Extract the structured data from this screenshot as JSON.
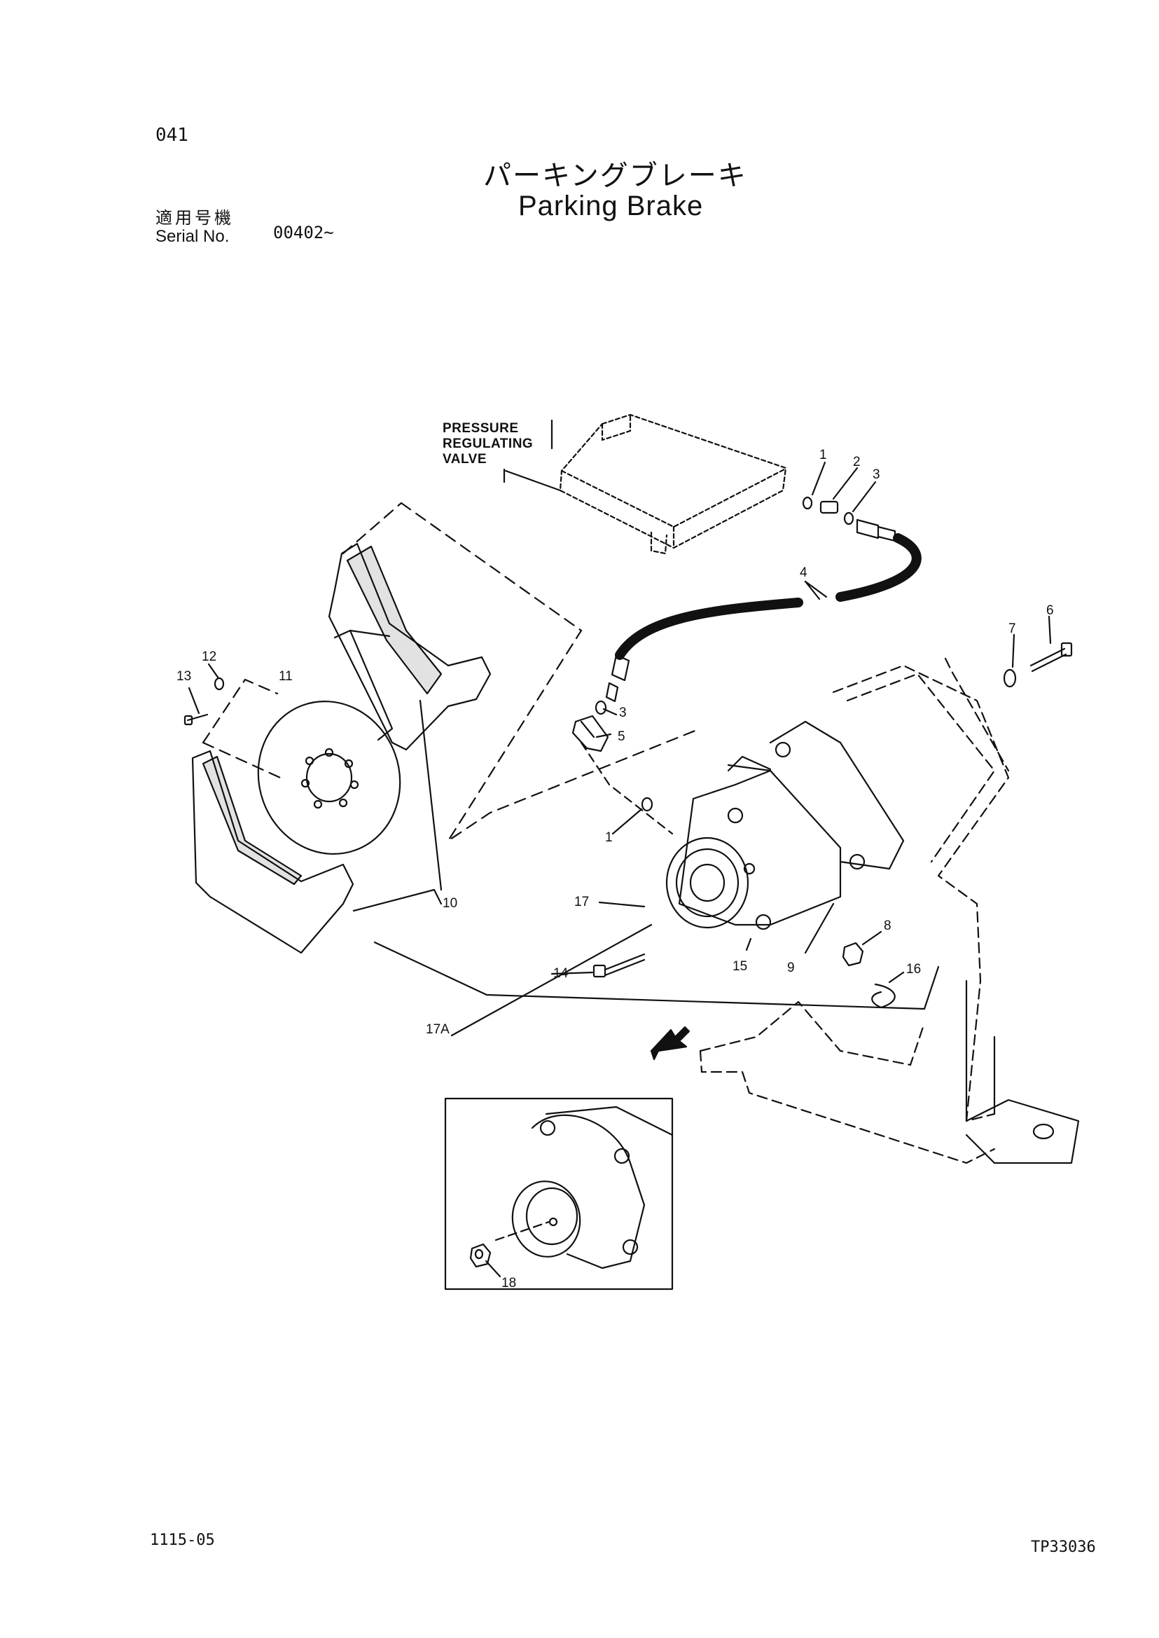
{
  "page_number": "041",
  "title_jp": "パーキングブレーキ",
  "title_en": "Parking Brake",
  "serial": {
    "label_jp": "適用号機",
    "label_en": "Serial No.",
    "value": "00402~"
  },
  "valve_label": [
    "PRESSURE",
    "REGULATING",
    "VALVE"
  ],
  "callouts": {
    "c1a": "1",
    "c2": "2",
    "c3a": "3",
    "c4": "4",
    "c6": "6",
    "c7": "7",
    "c12": "12",
    "c13": "13",
    "c11": "11",
    "c3b": "3",
    "c5": "5",
    "c1b": "1",
    "c17": "17",
    "c10": "10",
    "c14": "14",
    "c15": "15",
    "c9": "9",
    "c8": "8",
    "c16": "16",
    "c17a": "17A",
    "c18": "18"
  },
  "footer": {
    "left": "1115-05",
    "right": "TP33036"
  }
}
